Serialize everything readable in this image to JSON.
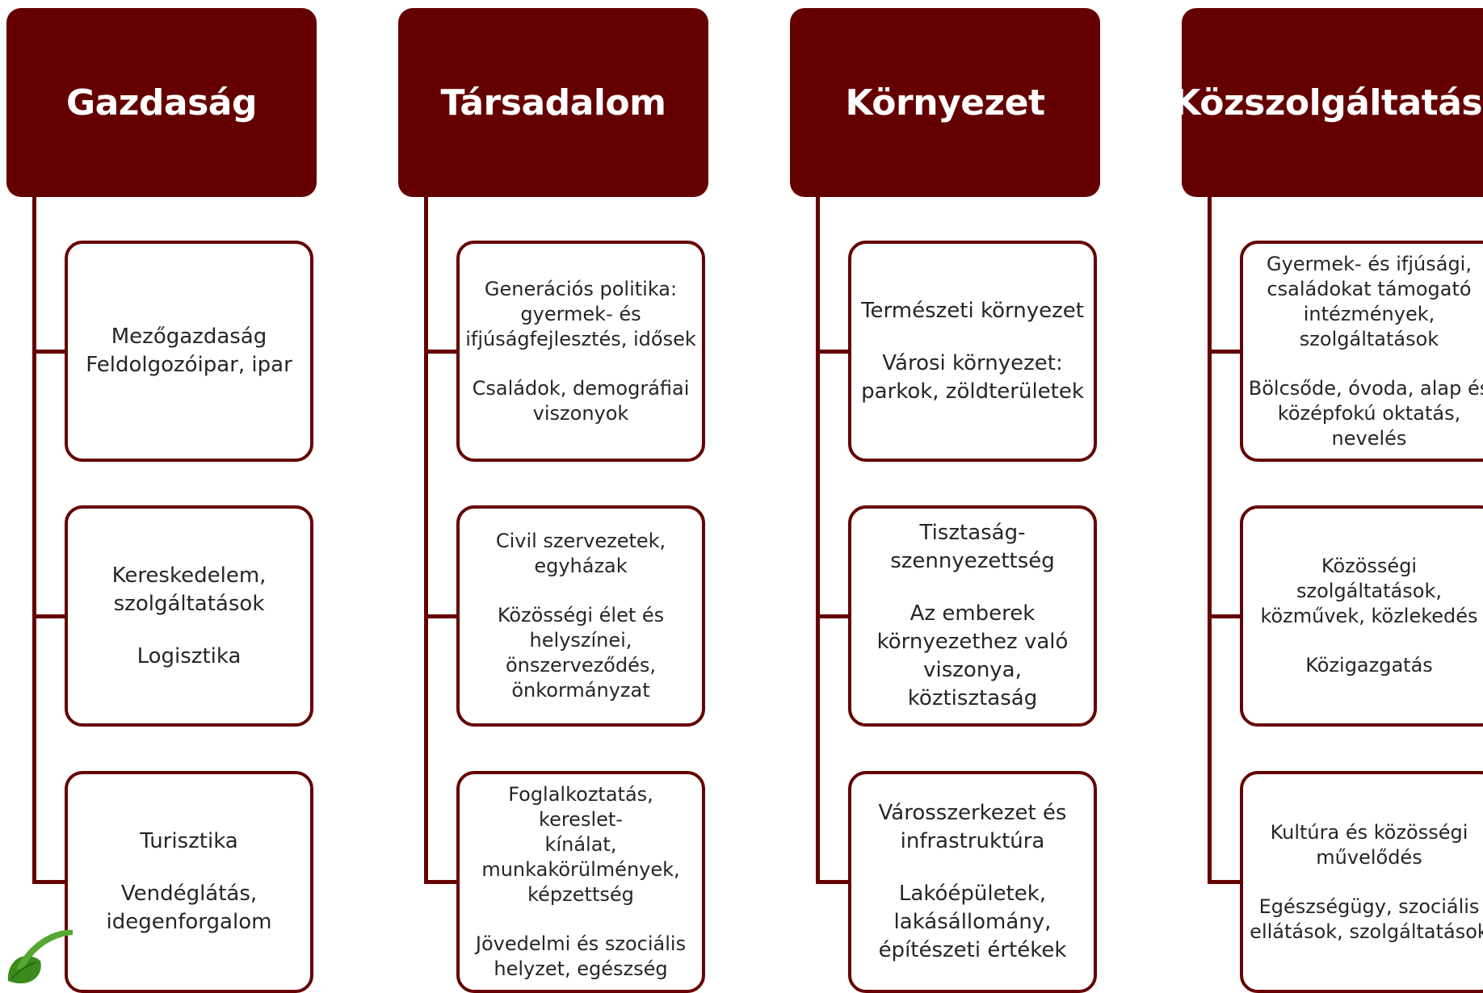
{
  "colors": {
    "accent": "#650000",
    "text": "#262626",
    "background": "#ffffff"
  },
  "columns": [
    {
      "title": "Gazdaság",
      "boxes": [
        {
          "groups": [
            [
              "Mezőgazdaság",
              "Feldolgozóipar, ipar"
            ]
          ]
        },
        {
          "groups": [
            [
              "Kereskedelem,",
              "szolgáltatások"
            ],
            [
              "Logisztika"
            ]
          ]
        },
        {
          "groups": [
            [
              "Turisztika"
            ],
            [
              "Vendéglátás,",
              "idegenforgalom"
            ]
          ]
        }
      ]
    },
    {
      "title": "Társadalom",
      "boxes": [
        {
          "groups": [
            [
              "Generációs politika:",
              "gyermek- és",
              "ifjúságfejlesztés, idősek"
            ],
            [
              "Családok, demográfiai",
              "viszonyok"
            ]
          ]
        },
        {
          "groups": [
            [
              "Civil szervezetek,",
              "egyházak"
            ],
            [
              "Közösségi élet és",
              "helyszínei,",
              "önszerveződés,",
              "önkormányzat"
            ]
          ]
        },
        {
          "groups": [
            [
              "Foglalkoztatás, kereslet-",
              "kínálat,",
              "munkakörülmények,",
              "képzettség"
            ],
            [
              "Jövedelmi és szociális",
              "helyzet, egészség"
            ]
          ]
        }
      ]
    },
    {
      "title": "Környezet",
      "boxes": [
        {
          "groups": [
            [
              "Természeti környezet"
            ],
            [
              "Városi környezet:",
              "parkok, zöldterületek"
            ]
          ]
        },
        {
          "groups": [
            [
              "Tisztaság-",
              "szennyezettség"
            ],
            [
              "Az emberek",
              "környezethez való",
              "viszonya, köztisztaság"
            ]
          ]
        },
        {
          "groups": [
            [
              "Városszerkezet és",
              "infrastruktúra"
            ],
            [
              "Lakóépületek,",
              "lakásállomány,",
              "építészeti értékek"
            ]
          ]
        }
      ]
    },
    {
      "title": "Közszolgáltatások",
      "boxes": [
        {
          "groups": [
            [
              "Gyermek- és ifjúsági,",
              "családokat támogató",
              "intézmények,",
              "szolgáltatások"
            ],
            [
              "Bölcsőde, óvoda, alap és",
              "középfokú oktatás,",
              "nevelés"
            ]
          ]
        },
        {
          "groups": [
            [
              "Közösségi",
              "szolgáltatások,",
              "közművek, közlekedés"
            ],
            [
              "Közigazgatás"
            ]
          ]
        },
        {
          "groups": [
            [
              "Kultúra és közösségi",
              "művelődés"
            ],
            [
              "Egészségügy, szociális",
              "ellátások, szolgáltatások"
            ]
          ]
        }
      ]
    }
  ]
}
